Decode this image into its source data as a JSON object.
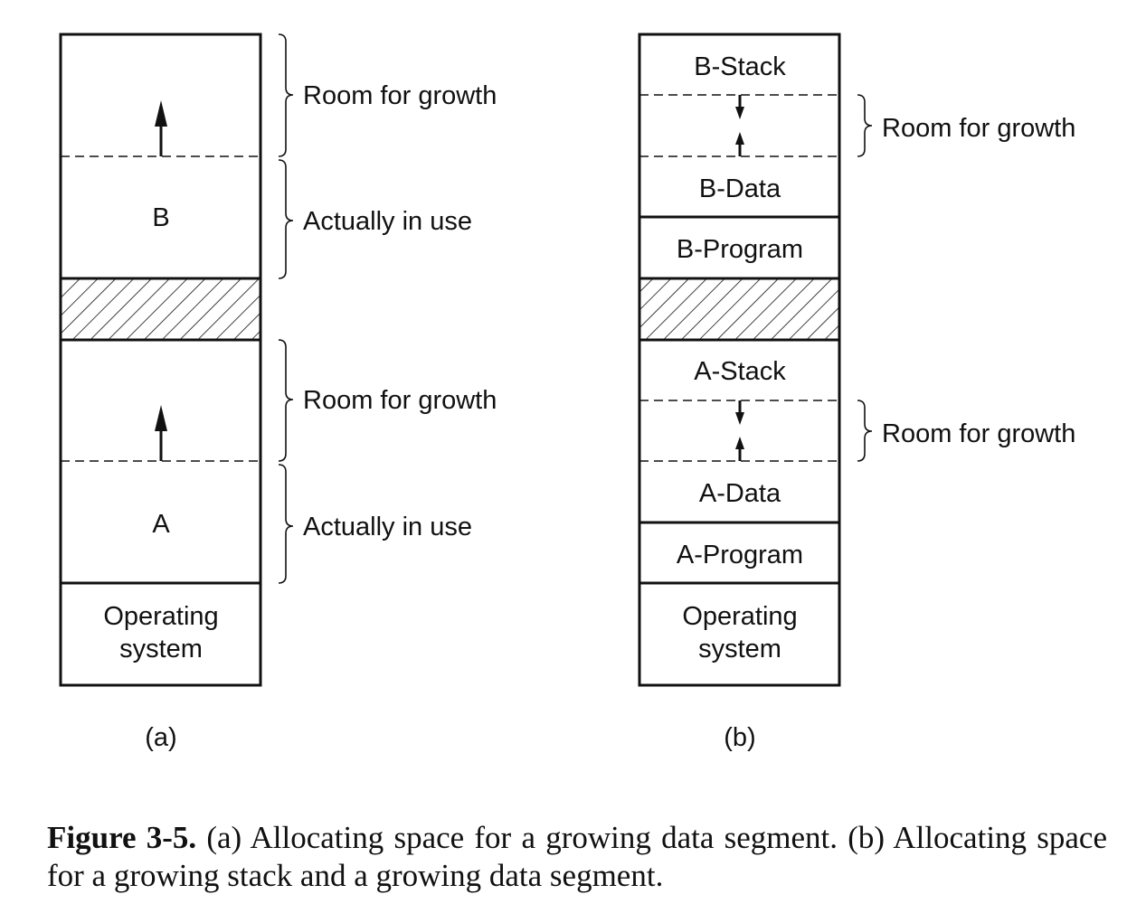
{
  "panel_a": {
    "blocks": {
      "b": "B",
      "a": "A",
      "os_line1": "Operating",
      "os_line2": "system"
    },
    "braces": {
      "top_growth": "Room for growth",
      "b_in_use": "Actually in use",
      "bottom_growth": "Room for growth",
      "a_in_use": "Actually in use"
    },
    "sublabel": "(a)"
  },
  "panel_b": {
    "blocks": {
      "b_stack": "B-Stack",
      "b_data": "B-Data",
      "b_program": "B-Program",
      "a_stack": "A-Stack",
      "a_data": "A-Data",
      "a_program": "A-Program",
      "os_line1": "Operating",
      "os_line2": "system"
    },
    "braces": {
      "b_growth": "Room for growth",
      "a_growth": "Room for growth"
    },
    "sublabel": "(b)"
  },
  "caption": {
    "label": "Figure 3-5.",
    "text": " (a) Allocating space for a growing data segment. (b) Allocating space for a growing stack and a growing data segment."
  }
}
